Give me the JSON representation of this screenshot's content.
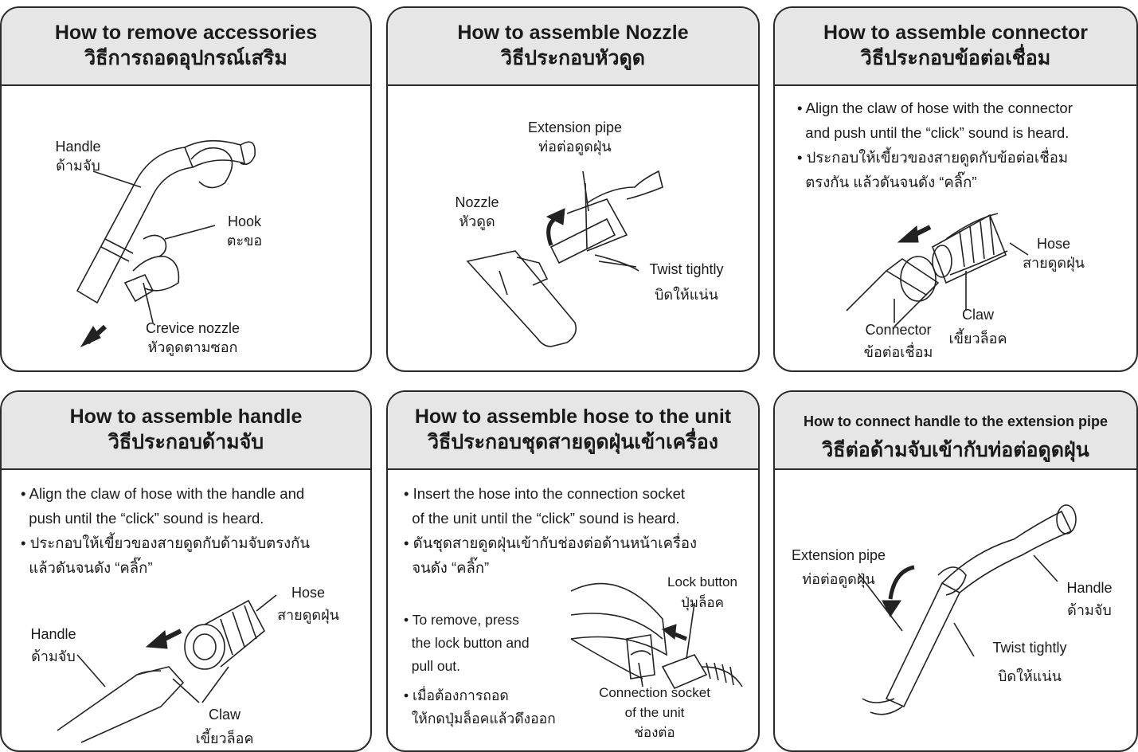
{
  "panels": {
    "remove_accessories": {
      "title_en": "How to remove accessories",
      "title_th": "วิธีการถอดอุปกรณ์เสริม",
      "labels": {
        "handle_en": "Handle",
        "handle_th": "ด้ามจับ",
        "hook_en": "Hook",
        "hook_th": "ตะขอ",
        "crevice_en": "Crevice nozzle",
        "crevice_th": "หัวดูดตามซอก"
      }
    },
    "assemble_nozzle": {
      "title_en": "How to assemble Nozzle",
      "title_th": "วิธีประกอบหัวดูด",
      "labels": {
        "pipe_en": "Extension pipe",
        "pipe_th": "ท่อต่อดูดฝุ่น",
        "nozzle_en": "Nozzle",
        "nozzle_th": "หัวดูด",
        "twist_en": "Twist tightly",
        "twist_th": "บิดให้แน่น"
      }
    },
    "assemble_connector": {
      "title_en": "How to assemble connector",
      "title_th": "วิธีประกอบข้อต่อเชื่อม",
      "bullets": [
        "Align the claw of hose with the connector",
        "and push until the “click” sound is heard.",
        "ประกอบให้เขี้ยวของสายดูดกับข้อต่อเชื่อม",
        "ตรงกัน แล้วดันจนดัง “คลิ๊ก”"
      ],
      "labels": {
        "hose_en": "Hose",
        "hose_th": "สายดูดฝุ่น",
        "claw_en": "Claw",
        "claw_th": "เขี้ยวล็อค",
        "connector_en": "Connector",
        "connector_th": "ข้อต่อเชื่อม"
      }
    },
    "assemble_handle": {
      "title_en": "How to assemble handle",
      "title_th": "วิธีประกอบด้ามจับ",
      "bullets": [
        "Align the claw of hose with the handle and",
        "push until the “click” sound is heard.",
        "ประกอบให้เขี้ยวของสายดูดกับด้ามจับตรงกัน",
        "แล้วดันจนดัง “คลิ๊ก”"
      ],
      "labels": {
        "hose_en": "Hose",
        "hose_th": "สายดูดฝุ่น",
        "handle_en": "Handle",
        "handle_th": "ด้ามจับ",
        "claw_en": "Claw",
        "claw_th": "เขี้ยวล็อค"
      }
    },
    "assemble_hose_unit": {
      "title_en": "How to assemble hose to the unit",
      "title_th": "วิธีประกอบชุดสายดูดฝุ่นเข้าเครื่อง",
      "bullets": [
        "Insert the hose into the connection socket",
        "of the unit until the “click” sound is heard.",
        "ดันชุดสายดูดฝุ่นเข้ากับช่องต่อด้านหน้าเครื่อง",
        "จนดัง “คลิ๊ก”"
      ],
      "remove_notes": [
        "To remove, press",
        "the lock button and",
        "pull out.",
        "เมื่อต้องการถอด",
        "ให้กดปุ่มล็อคแล้วดึงออก"
      ],
      "labels": {
        "lock_en": "Lock button",
        "lock_th": "ปุ่มล็อค",
        "socket_en1": "Connection socket",
        "socket_en2": "of the unit",
        "socket_th": "ช่องต่อ"
      }
    },
    "connect_handle_pipe": {
      "title_en": "How to connect handle to the extension pipe",
      "title_th": "วิธีต่อด้ามจับเข้ากับท่อต่อดูดฝุ่น",
      "labels": {
        "pipe_en": "Extension pipe",
        "pipe_th": "ท่อต่อดูดฝุ่น",
        "handle_en": "Handle",
        "handle_th": "ด้ามจับ",
        "twist_en": "Twist tightly",
        "twist_th": "บิดให้แน่น"
      }
    }
  }
}
